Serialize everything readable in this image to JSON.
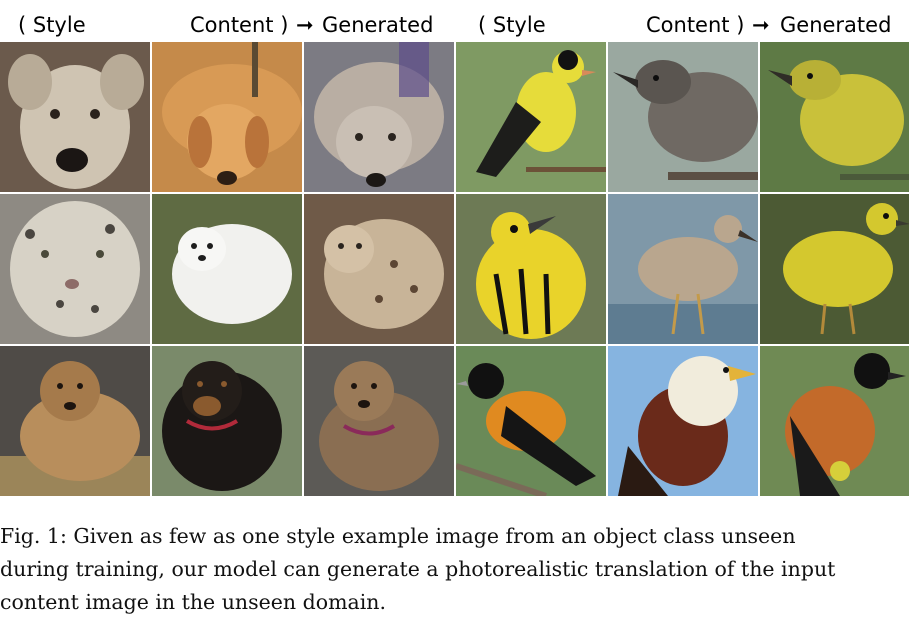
{
  "figure": {
    "headers": {
      "left": {
        "style": "( Style",
        "content": "Content )",
        "arrow": "➞",
        "generated": "Generated"
      },
      "right": {
        "style": "( Style",
        "content": "Content )",
        "arrow": "➞",
        "generated": "Generated"
      }
    },
    "caption": {
      "label": "Fig. 1:",
      "line1": "Given as few as one style example image from an object class unseen",
      "line2": "during training, our model can generate a photorealistic translation of the input",
      "line3": "content image in the unseen domain."
    }
  }
}
